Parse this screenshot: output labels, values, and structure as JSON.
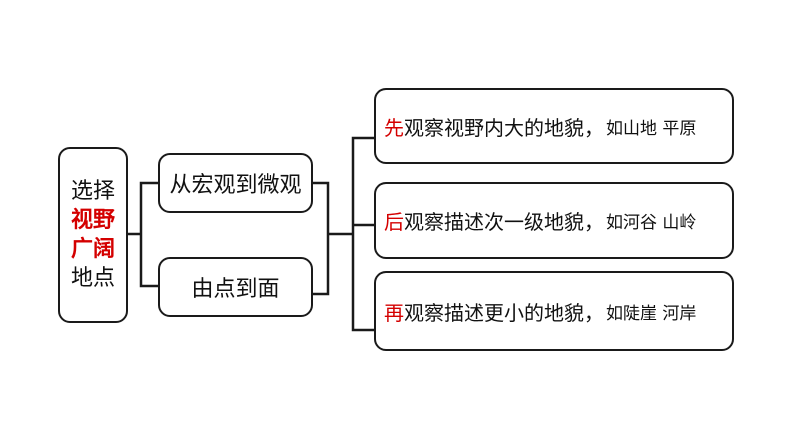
{
  "root": {
    "line1": "选择",
    "line2": "视野",
    "line3": "广阔",
    "line4": "地点"
  },
  "methods": [
    {
      "label": "从宏观到微观"
    },
    {
      "label": "由点到面"
    }
  ],
  "steps": [
    {
      "lead": "先",
      "text": "观察视野内大的地貌，",
      "example": "如山地  平原"
    },
    {
      "lead": "后",
      "text": "观察描述次一级地貌，",
      "example": "如河谷  山岭"
    },
    {
      "lead": "再",
      "text": "观察描述更小的地貌，",
      "example": "如陡崖  河岸"
    }
  ],
  "colors": {
    "highlight": "#d40000",
    "line": "#1a1a1a"
  }
}
